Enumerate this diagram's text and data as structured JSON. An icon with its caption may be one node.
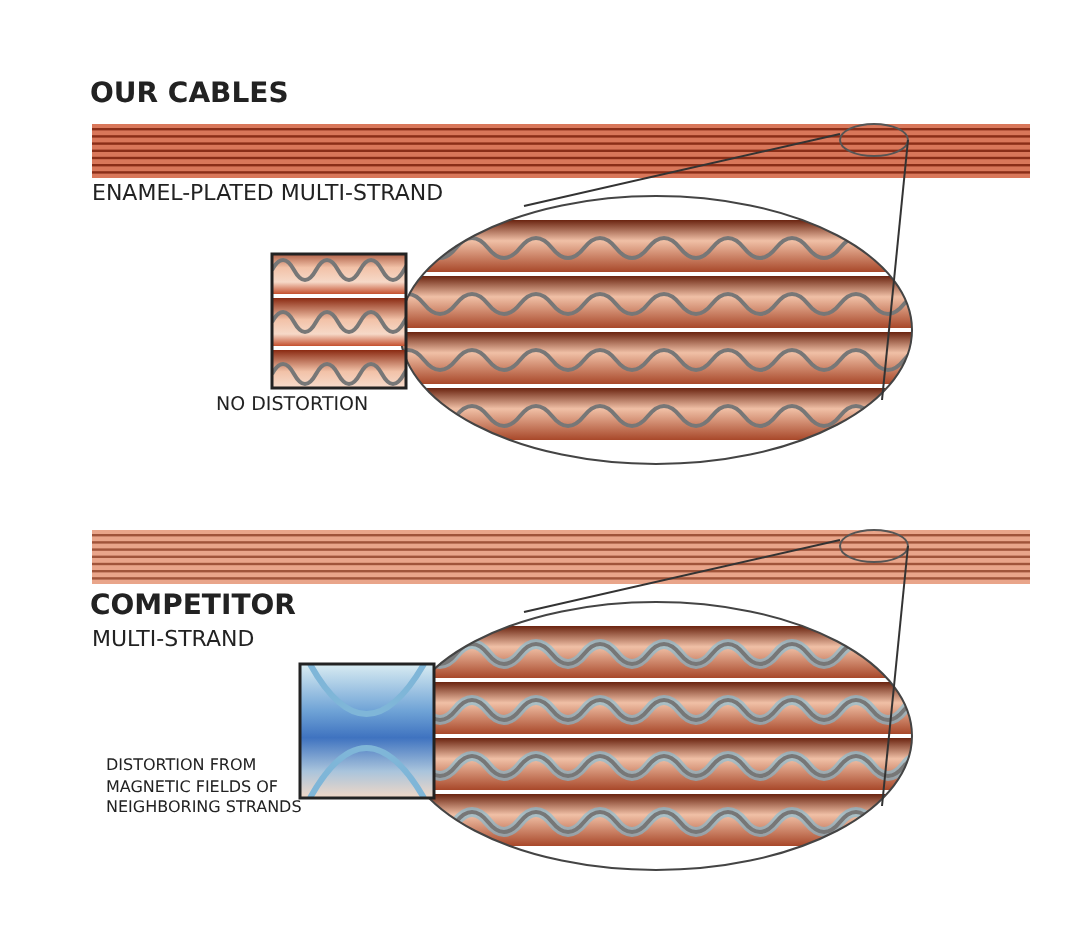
{
  "diagram": {
    "labels": [
      "OUR CABLES",
      "ENAMEL-PLATED MULTI-STRAND",
      "NO DISTORTION",
      "COMPETITOR",
      "MULTI-STRAND",
      "DISTORTION FROM MAGNETIC FIELDS OF NEIGHBORING STRANDS"
    ]
  }
}
